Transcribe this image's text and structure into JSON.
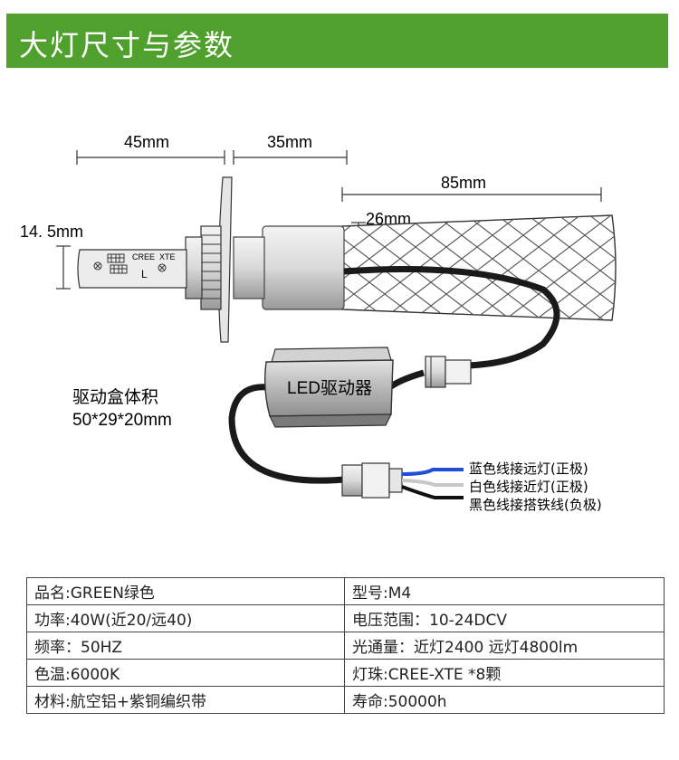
{
  "header": {
    "title": "大灯尺寸与参数"
  },
  "dimensions": {
    "base_length": "45mm",
    "collar_length": "35mm",
    "heatsink_length": "85mm",
    "heatsink_diameter": "26mm",
    "chip_width": "14. 5mm"
  },
  "chip": {
    "brand_label": "CREE",
    "model_label": "XTE",
    "side_label": "L"
  },
  "driver": {
    "box_label": "LED驱动器",
    "volume_title": "驱动盒体积",
    "volume_value": "50*29*20mm"
  },
  "wires": [
    {
      "color": "#1f4fd8",
      "label": "蓝色线接远灯(正极)"
    },
    {
      "color": "#c8c8c8",
      "label": "白色线接近灯(正极)"
    },
    {
      "color": "#111111",
      "label": "黑色线接搭铁线(负极)"
    }
  ],
  "colors": {
    "banner": "#4fa02c",
    "table_border": "#444444"
  },
  "specs": [
    [
      "品名:GREEN绿色",
      "型号:M4"
    ],
    [
      "功率:40W(近20/远40)",
      "电压范围：10-24DCV"
    ],
    [
      "频率：50HZ",
      "光通量：近灯2400 远灯4800lm"
    ],
    [
      "色温:6000K",
      "灯珠:CREE-XTE *8颗"
    ],
    [
      "材料:航空铝+紫铜编织带",
      "寿命:50000h"
    ]
  ]
}
